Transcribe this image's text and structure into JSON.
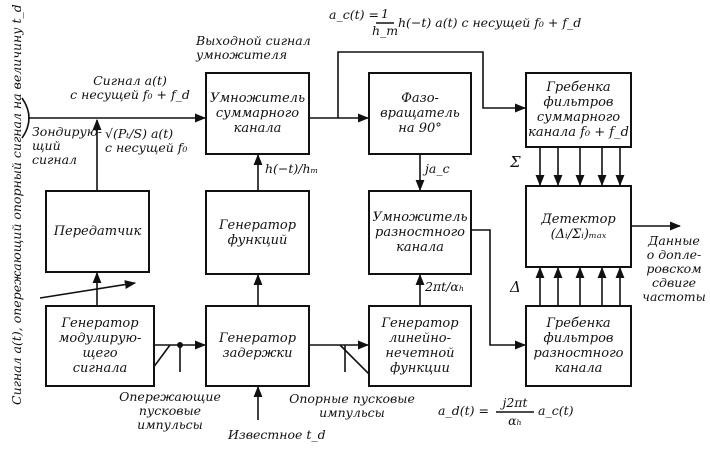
{
  "blocks": {
    "transmitter": "Передатчик",
    "mod_gen": "Генератор\nмодулирую-\nщего\nсигнала",
    "sum_mult": "Умножитель\nсуммарного\nканала",
    "func_gen": "Генератор\nфункций",
    "delay_gen": "Генератор\nзадержки",
    "phase_shift": "Фазо-\nвращатель\nна 90°",
    "diff_mult": "Умножитель\nразностного\nканала",
    "lfm_gen": "Генератор\nлинейно-\nнечетной\nфункции",
    "sum_filter": "Гребенка\nфильтров\nсуммарного\nканала f₀ + f_d",
    "detector": "Детектор\n(Δᵢ/Σᵢ)ₘₐₓ",
    "diff_filter": "Гребенка\nфильтров\nразностного\nканала"
  },
  "labels": {
    "ac_formula_lhs": "a_c(t) =",
    "ac_formula_num": "1",
    "ac_formula_den": "h_m",
    "ac_formula_rhs": "h(−t) a(t) с несущей f₀ + f_d",
    "mult_output": "Выходной сигнал\nумножителя",
    "signal_at": "Сигнал a(t)\nс несущей  f₀ + f_d",
    "probe_signal": "Зондирую-\nщий\nсигнал",
    "tx_signal": "√(Pₜ/S) a(t)\nс несущей f₀",
    "h_over_hm": "h(−t)/hₘ",
    "j_ac": "ja_c",
    "two_pi_t": "2πt/αₕ",
    "sigma": "Σ",
    "delta": "Δ",
    "output_data": "Данные\nо допле-\nровском\nсдвиге\nчастоты",
    "advance_pulses": "Опережающие\nпусковые\nимпульсы",
    "ref_pulses": "Опорные пусковые\nимпульсы",
    "known_td": "Известное t_d",
    "ad_formula_lhs": "a_d(t) =",
    "ad_formula_num": "j2πt",
    "ad_formula_den": "αₕ",
    "ad_formula_rhs": "a_c(t)",
    "vertical_note": "Сигнал a(t), опережающий\nопорный сигнал на величину t_d"
  }
}
